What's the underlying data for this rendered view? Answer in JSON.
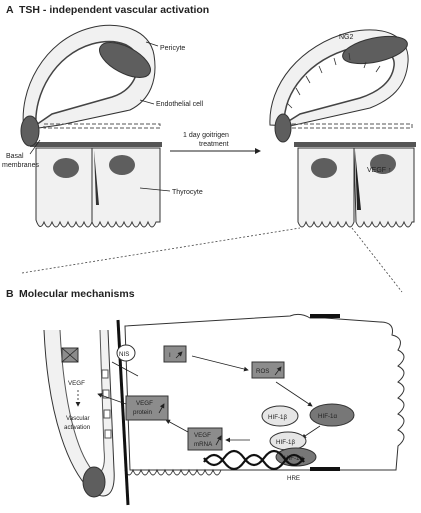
{
  "panel_a": {
    "letter": "A",
    "title": "TSH - independent vascular activation",
    "labels": {
      "pericyte": "Pericyte",
      "endothelial": "Endothelial cell",
      "basal_1": "Basal",
      "basal_2": "membranes",
      "thyrocyte": "Thyrocyte",
      "ng2": "NG2",
      "treatment_1": "1 day goitrigen",
      "treatment_2": "treatment",
      "vegf_up": "VEGF ↑"
    }
  },
  "panel_b": {
    "letter": "B",
    "title": "Molecular mechanisms",
    "labels": {
      "nis": "NIS",
      "iodide": "I",
      "ros": "ROS",
      "hif1a_top": "HIF-1α",
      "hif1b_top": "HIF-1β",
      "hif1b_bottom": "HIF-1β",
      "hif1a_bottom": "HIF-1α",
      "hre": "HRE",
      "vegf_mrna_1": "VEGF",
      "vegf_mrna_2": "mRNA",
      "vegf_protein_1": "VEGF",
      "vegf_protein_2": "protein",
      "vegf": "VEGF",
      "vascular_1": "Vascular",
      "vascular_2": "activation"
    }
  },
  "colors": {
    "nucleus": "#5e5e5e",
    "cell_fill": "#f1f1f1",
    "box_fill": "#8c8c8c",
    "pill_light": "#e6e6e6",
    "pill_dark": "#777777"
  }
}
